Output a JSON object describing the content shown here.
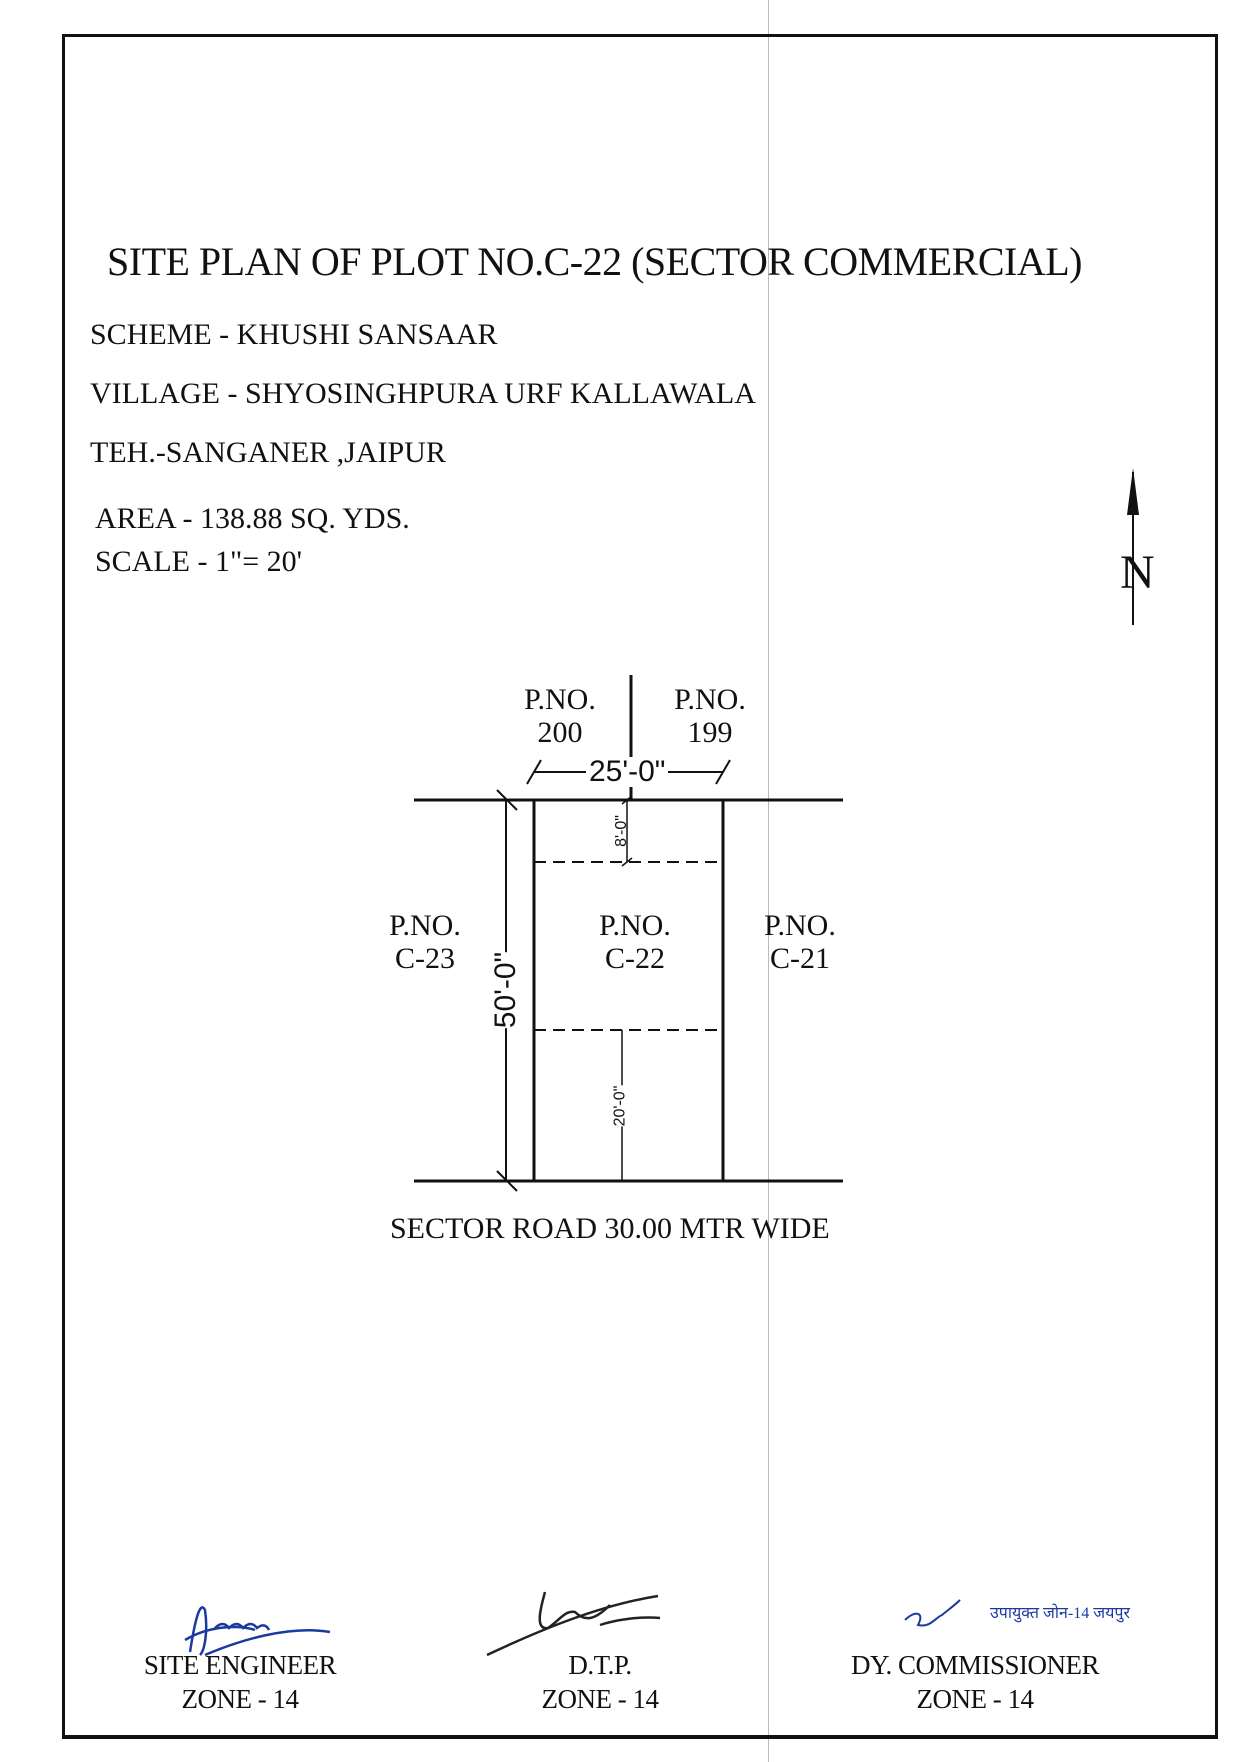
{
  "title": "SITE PLAN OF PLOT NO.C-22 (SECTOR COMMERCIAL)",
  "info": {
    "scheme": "SCHEME - KHUSHI SANSAAR",
    "village": "VILLAGE  - SHYOSINGHPURA URF KALLAWALA",
    "tehsil": "TEH.-SANGANER ,JAIPUR",
    "area": "AREA  - 138.88 SQ. YDS.",
    "scale": "SCALE -  1\"= 20'"
  },
  "north_label": "N",
  "plan": {
    "top_left": {
      "l1": "P.NO.",
      "l2": "200"
    },
    "top_right": {
      "l1": "P.NO.",
      "l2": "199"
    },
    "left": {
      "l1": "P.NO.",
      "l2": "C-23"
    },
    "center": {
      "l1": "P.NO.",
      "l2": "C-22"
    },
    "right": {
      "l1": "P.NO.",
      "l2": "C-21"
    },
    "width_dim": "25'-0\"",
    "depth_dim": "50'-0\"",
    "rear_setback": "8'-0\"",
    "front_setback": "20'-0\"",
    "road": "SECTOR ROAD 30.00 MTR WIDE"
  },
  "signatories": [
    {
      "role": "SITE ENGINEER",
      "zone": "ZONE - 14"
    },
    {
      "role": "D.T.P.",
      "zone": "ZONE - 14"
    },
    {
      "role": "DY. COMMISSIONER",
      "zone": "ZONE - 14"
    }
  ],
  "stamp_text": "उपायुक्त जोन-14 जयपुर",
  "colors": {
    "ink": "#111111",
    "signature": "#1a3aa0"
  }
}
